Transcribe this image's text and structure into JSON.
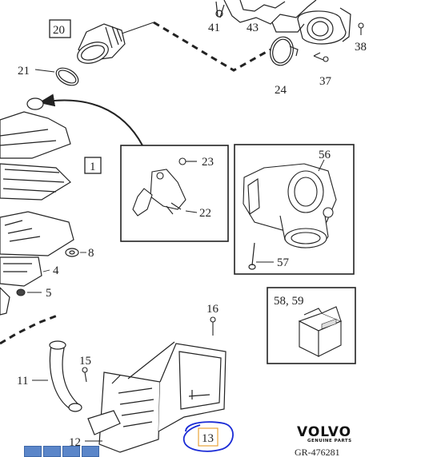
{
  "callouts": {
    "c1": "1",
    "c4": "4",
    "c5": "5",
    "c8": "8",
    "c11": "11",
    "c12": "12",
    "c13": "13",
    "c15": "15",
    "c16": "16",
    "c20": "20",
    "c21": "21",
    "c22": "22",
    "c23": "23",
    "c24": "24",
    "c37": "37",
    "c38": "38",
    "c41": "41",
    "c43": "43",
    "c56": "56",
    "c57": "57",
    "c58_59": "58, 59"
  },
  "brand": {
    "name": "VOLVO",
    "tagline": "GENUINE PARTS"
  },
  "reference": "GR-476281",
  "colors": {
    "line": "#222222",
    "annotation": "#1a2bd6",
    "box13": "#e8a33a",
    "toolbar": "#5b86c9"
  },
  "toolbar_icons": [
    "pointer-icon",
    "add-icon",
    "minus-icon",
    "page-icon"
  ]
}
